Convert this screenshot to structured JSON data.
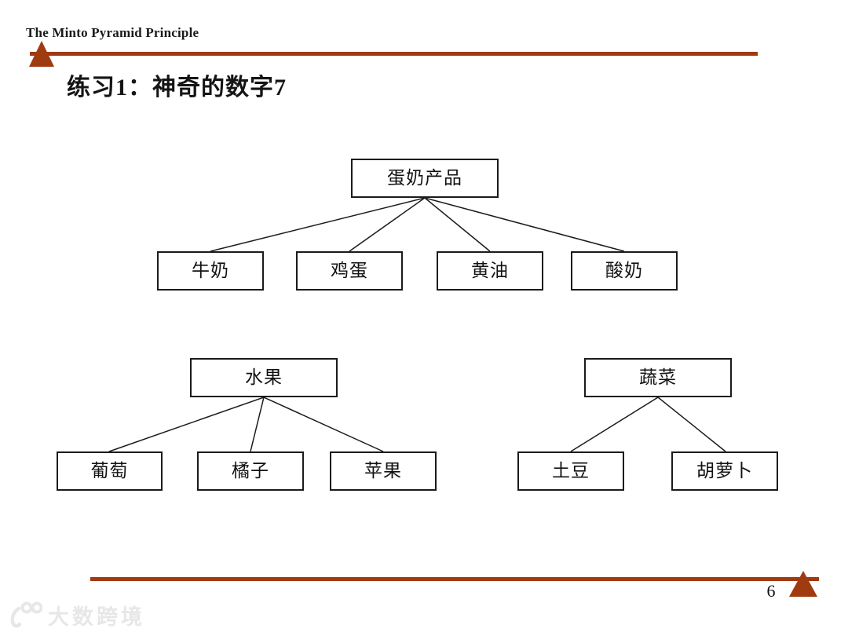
{
  "header": {
    "brand": "The Minto Pyramid Principle"
  },
  "title": "练习1：神奇的数字7",
  "page_number": "6",
  "colors": {
    "accent": "#A03A10",
    "node_border": "#1B1B1B",
    "text": "#111111",
    "watermark": "#E7E7E7"
  },
  "trees": [
    {
      "id": "dairy",
      "parent": "蛋奶产品",
      "children": [
        "牛奶",
        "鸡蛋",
        "黄油",
        "酸奶"
      ]
    },
    {
      "id": "fruit",
      "parent": "水果",
      "children": [
        "葡萄",
        "橘子",
        "苹果"
      ]
    },
    {
      "id": "vegetable",
      "parent": "蔬菜",
      "children": [
        "土豆",
        "胡萝卜"
      ]
    }
  ],
  "watermark": {
    "logo": "100-logo",
    "text": "大数跨境"
  }
}
